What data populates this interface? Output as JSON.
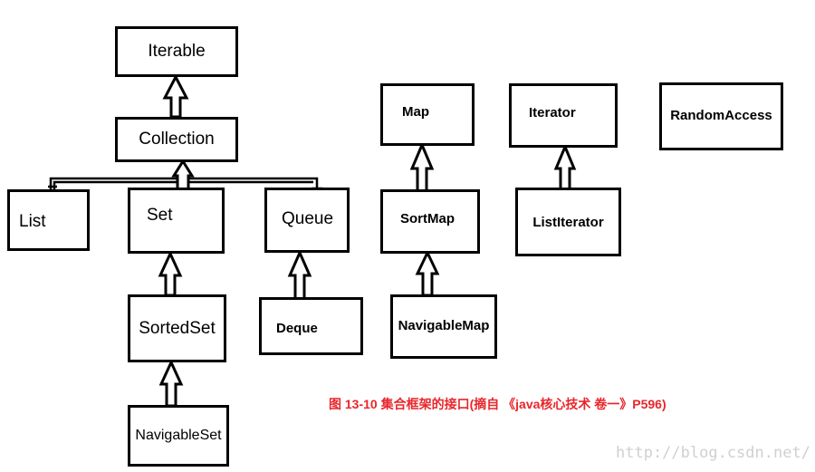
{
  "nodes": {
    "iterable": "Iterable",
    "collection": "Collection",
    "list": "List",
    "set": "Set",
    "queue": "Queue",
    "sorted_set": "SortedSet",
    "navigable_set": "NavigableSet",
    "deque": "Deque",
    "map": "Map",
    "sort_map": "SortMap",
    "navigable_map": "NavigableMap",
    "iterator": "Iterator",
    "list_iterator": "ListIterator",
    "random_access": "RandomAccess"
  },
  "caption": "图 13-10 集合框架的接口(摘自 《java核心技术 卷一》P596)",
  "watermark": "http://blog.csdn.net/",
  "colors": {
    "caption": "#e8262b",
    "line": "#000000",
    "watermark": "#d0d0d0"
  }
}
